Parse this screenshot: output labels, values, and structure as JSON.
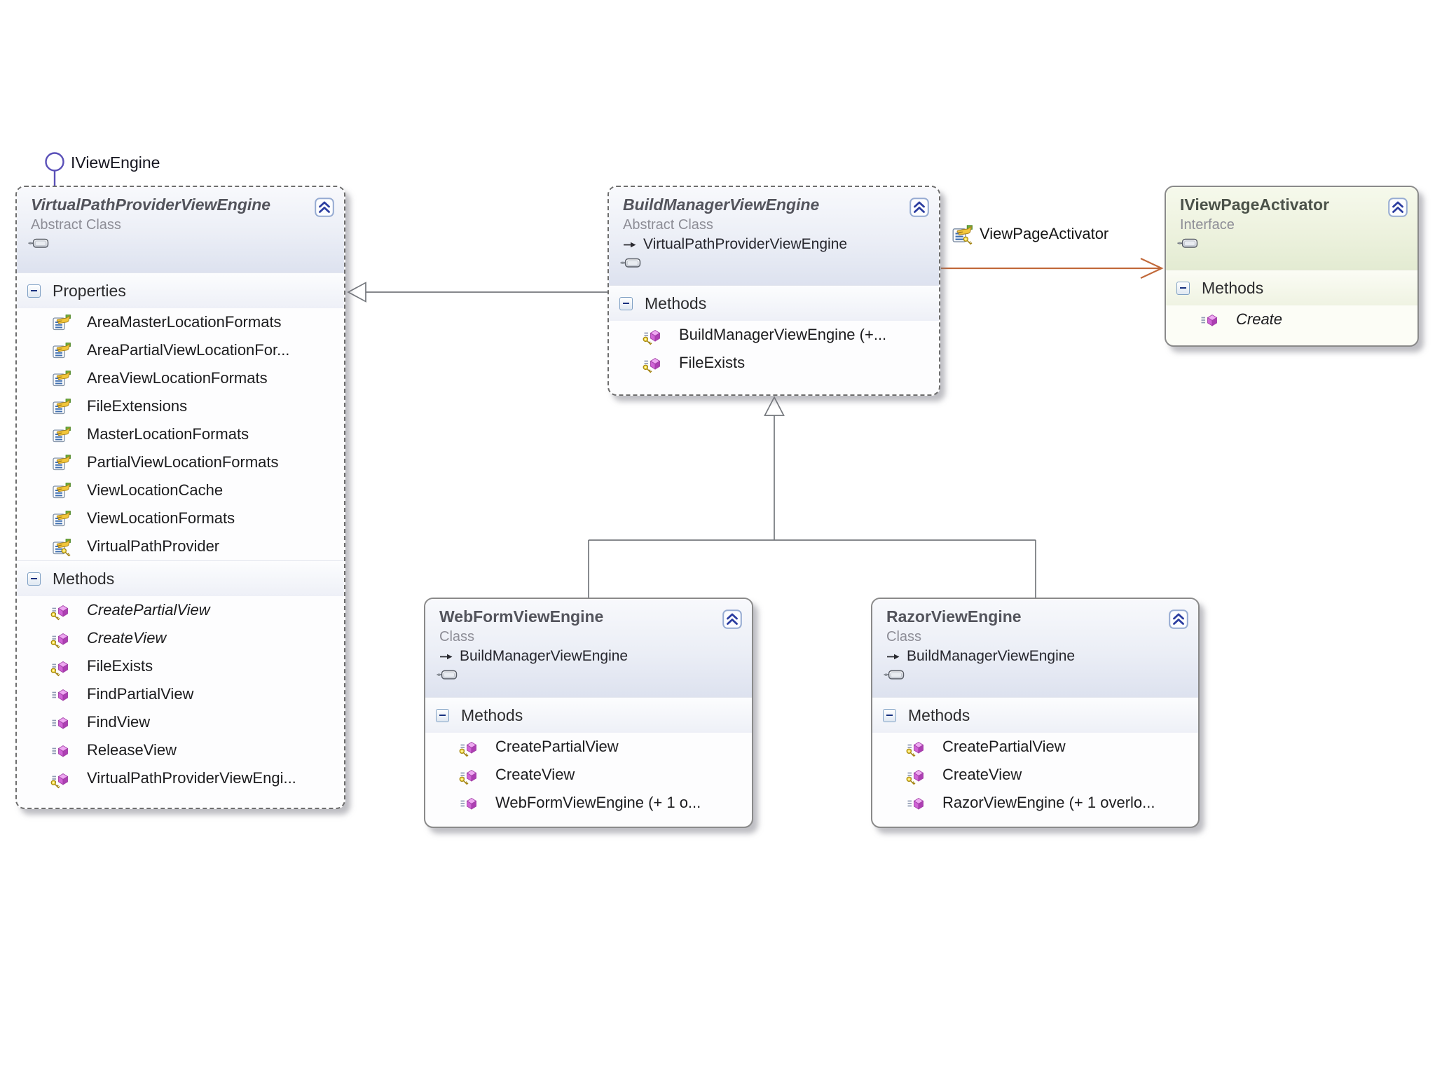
{
  "labels": {
    "interface_lollipop": "IViewEngine",
    "association": "ViewPageActivator"
  },
  "colors": {
    "association_arrow": "#c1693a",
    "inheritance_line": "#74777c",
    "lollipop_interface": "#5a50b8",
    "class_header_tint": "#dde2ef",
    "interface_header_tint": "#e3ebd2",
    "method_icon": "#d063d6",
    "property_icon_hand": "#f2c63b",
    "protected_key": "#f8e04a"
  },
  "boxes": {
    "vppve": {
      "title": "VirtualPathProviderViewEngine",
      "kind": "Abstract Class",
      "properties_header": "Properties",
      "methods_header": "Methods",
      "properties": [
        {
          "name": "AreaMasterLocationFormats",
          "icon": "property-icon",
          "access": "public"
        },
        {
          "name": "AreaPartialViewLocationFor...",
          "icon": "property-icon",
          "access": "public"
        },
        {
          "name": "AreaViewLocationFormats",
          "icon": "property-icon",
          "access": "public"
        },
        {
          "name": "FileExtensions",
          "icon": "property-icon",
          "access": "public"
        },
        {
          "name": "MasterLocationFormats",
          "icon": "property-icon",
          "access": "public"
        },
        {
          "name": "PartialViewLocationFormats",
          "icon": "property-icon",
          "access": "public"
        },
        {
          "name": "ViewLocationCache",
          "icon": "property-icon",
          "access": "public"
        },
        {
          "name": "ViewLocationFormats",
          "icon": "property-icon",
          "access": "public"
        },
        {
          "name": "VirtualPathProvider",
          "icon": "property-icon",
          "access": "protected"
        }
      ],
      "methods": [
        {
          "name": "CreatePartialView",
          "icon": "method-icon",
          "access": "protected",
          "abstract": true
        },
        {
          "name": "CreateView",
          "icon": "method-icon",
          "access": "protected",
          "abstract": true
        },
        {
          "name": "FileExists",
          "icon": "method-icon",
          "access": "protected"
        },
        {
          "name": "FindPartialView",
          "icon": "method-icon",
          "access": "public"
        },
        {
          "name": "FindView",
          "icon": "method-icon",
          "access": "public"
        },
        {
          "name": "ReleaseView",
          "icon": "method-icon",
          "access": "public"
        },
        {
          "name": "VirtualPathProviderViewEngi...",
          "icon": "method-icon",
          "access": "protected"
        }
      ]
    },
    "bmve": {
      "title": "BuildManagerViewEngine",
      "kind": "Abstract Class",
      "base_type": "VirtualPathProviderViewEngine",
      "methods_header": "Methods",
      "methods": [
        {
          "name": "BuildManagerViewEngine (+...",
          "icon": "method-icon",
          "access": "protected"
        },
        {
          "name": "FileExists",
          "icon": "method-icon",
          "access": "protected"
        }
      ]
    },
    "ivpa": {
      "title": "IViewPageActivator",
      "kind": "Interface",
      "methods_header": "Methods",
      "methods": [
        {
          "name": "Create",
          "icon": "method-icon",
          "access": "public",
          "abstract": true
        }
      ]
    },
    "wfve": {
      "title": "WebFormViewEngine",
      "kind": "Class",
      "base_type": "BuildManagerViewEngine",
      "methods_header": "Methods",
      "methods": [
        {
          "name": "CreatePartialView",
          "icon": "method-icon",
          "access": "protected"
        },
        {
          "name": "CreateView",
          "icon": "method-icon",
          "access": "protected"
        },
        {
          "name": "WebFormViewEngine (+ 1 o...",
          "icon": "method-icon",
          "access": "public"
        }
      ]
    },
    "rve": {
      "title": "RazorViewEngine",
      "kind": "Class",
      "base_type": "BuildManagerViewEngine",
      "methods_header": "Methods",
      "methods": [
        {
          "name": "CreatePartialView",
          "icon": "method-icon",
          "access": "protected"
        },
        {
          "name": "CreateView",
          "icon": "method-icon",
          "access": "protected"
        },
        {
          "name": "RazorViewEngine (+ 1 overlo...",
          "icon": "method-icon",
          "access": "public"
        }
      ]
    }
  }
}
